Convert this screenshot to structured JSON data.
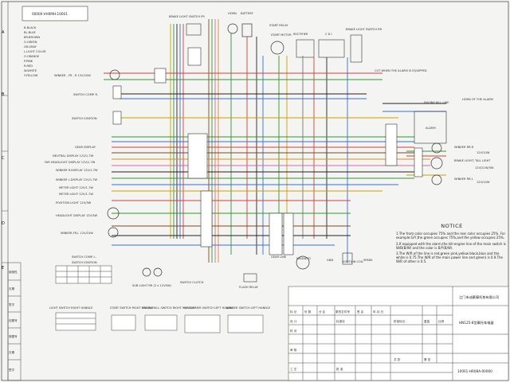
{
  "drawing_no": "00000-VH0MH-10001",
  "row_letters": [
    "A",
    "B",
    "C",
    "D",
    "E"
  ],
  "color_codes": [
    "B.BLACK",
    "BL.BLUE",
    "BR.BROWN",
    "G.GREEN",
    "GR.GRAY",
    "L.LIGHT COLOR",
    "O.ORANGE",
    "P.PINK",
    "R.RED",
    "W.WHITE",
    "Y.YELLOW"
  ],
  "top_labels": {
    "brake_switch_fr": "BRAKE LIGHT SWITCH FR",
    "horn": "HORN",
    "battery": "BATTERY",
    "start_relay": "START RELAY",
    "start_motor": "START MOTOR",
    "rectifier": "RECTIFIER",
    "cdi": "C D I",
    "brake_switch_rr": "BRAKE LIGHT SWITCH RR"
  },
  "left_labels": {
    "winker_fr": "WINKER , FR , R 12V/10W",
    "switch_comp_r": "SWITCH COMP. R.",
    "switch_ignition": "SWITCH IGNITION",
    "gear_display": "GEAR DISPLAY",
    "neutral_display": "NEUTRAL DISPLAY 12V/1.7W",
    "far_headlight_display": "FAR HEADLIGHT DISPLAY 12V/1.7W",
    "winker_r_display": "WINKER R.DISPLAY 12V/1.7W",
    "winker_l_display": "WINKER L.DISPLAY 12V/1.7W",
    "meter_light": "METER LIGHT 12V/1.7W",
    "meter_light2": "METER LIGHT 12V/1.7W",
    "position_light": "POSITION LIGHT 12V/3W",
    "headlight": "HEADLIGHT DISPLAY 12V/3W",
    "winker_fl": "WINKER,FR,L 12V/10W",
    "switch_comp_l": "SWITCH COMP. L."
  },
  "right_labels": {
    "alarm_note": "CUT WHEN THE ALARM IS EQUIPPED",
    "horn_alarm": "HORN OF THE ALARM",
    "engine_kill": "ENGINE KILL LINE",
    "alarm": "ALARM",
    "winker_rr_r": "WINKER RR.R",
    "winker_rr_r_spec": "12V/10W",
    "brake_light": "BRAKE LIGHT/ TAIL LIGHT",
    "brake_light_spec": "12V/21W/5W",
    "winker_rr_l": "WINKER RR.L",
    "winker_rr_l_spec": "12V/10W"
  },
  "bottom_labels": {
    "sub_light": "SUB LIGHT RR (2 x 12V5W)",
    "switch_clutch": "SWITCH CLUTCH",
    "flash_relay": "FLASH RELAY",
    "gear_line": "GEAR LINE",
    "magneto": "MAGNETO",
    "gnd": "GND",
    "ignition_coil": "IGNITION COIL",
    "spark": "SPARK"
  },
  "switch_tables": {
    "ignition": "SWITCH IGNITION",
    "light": "LIGHT SWITCH RIGHT HANDLE",
    "start": "START SWITCH RIGHT HANDLE",
    "engine_kill": "ENGINE KILL SWITCH RIGHT HANDLE",
    "far_dimmer": "FAR DIMMER SWITCH LEFT HANDLE",
    "winker": "WINKER SWITCH LEFT HANDLE"
  },
  "notice": {
    "title": "NOTICE",
    "items": [
      "1.The front color occupies 75% and the rear color occupies 25%. For example:G/Y,the green occupies 75%,and the yellow occupies 25%.",
      "2.If equipped with the alarm,the kill-engine line of the main switch is W/B(B/W) and the color is B/Y(B/W).",
      "3.The W/R of the line is red,green pink,yellow black,blue and the white is 0.75.The W/R of the main power line and green) is 0.9.The W/R of other is 0.5."
    ]
  },
  "title_block": {
    "company": "江门市迪豪摩托车有限公司",
    "model": "HN125-8型摩托车电器",
    "doc_no": "10001-HR08A-00000",
    "cells": [
      "标 记",
      "处 数",
      "分 区",
      "更改文件号",
      "签 名",
      "年.月.日",
      "设 计",
      "标准化",
      "阶段标记",
      "重量",
      "比例",
      "校 对",
      "审 核",
      "工 艺",
      "批 准",
      "共 张",
      "第 张"
    ],
    "left_cells": [
      "使用性",
      "日期",
      "签字",
      "旧图号",
      "底图号",
      "日期",
      "签字"
    ]
  }
}
